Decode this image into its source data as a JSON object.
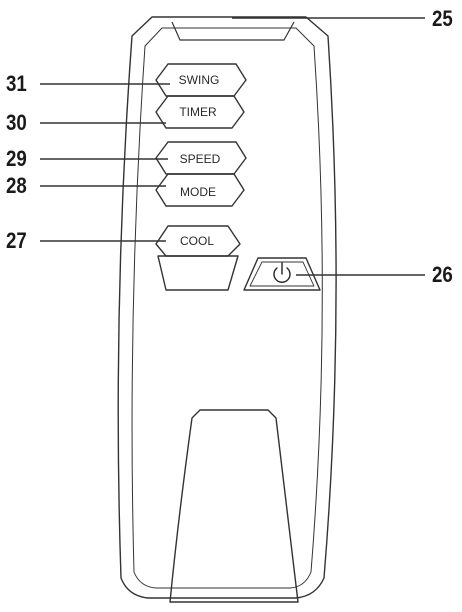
{
  "callouts": {
    "n25": "25",
    "n26": "26",
    "n27": "27",
    "n28": "28",
    "n29": "29",
    "n30": "30",
    "n31": "31"
  },
  "buttons": {
    "swing": "SWING",
    "timer": "TIMER",
    "speed": "SPEED",
    "mode": "MODE",
    "cool": "COOL"
  },
  "icons": {
    "power": "power-icon"
  }
}
